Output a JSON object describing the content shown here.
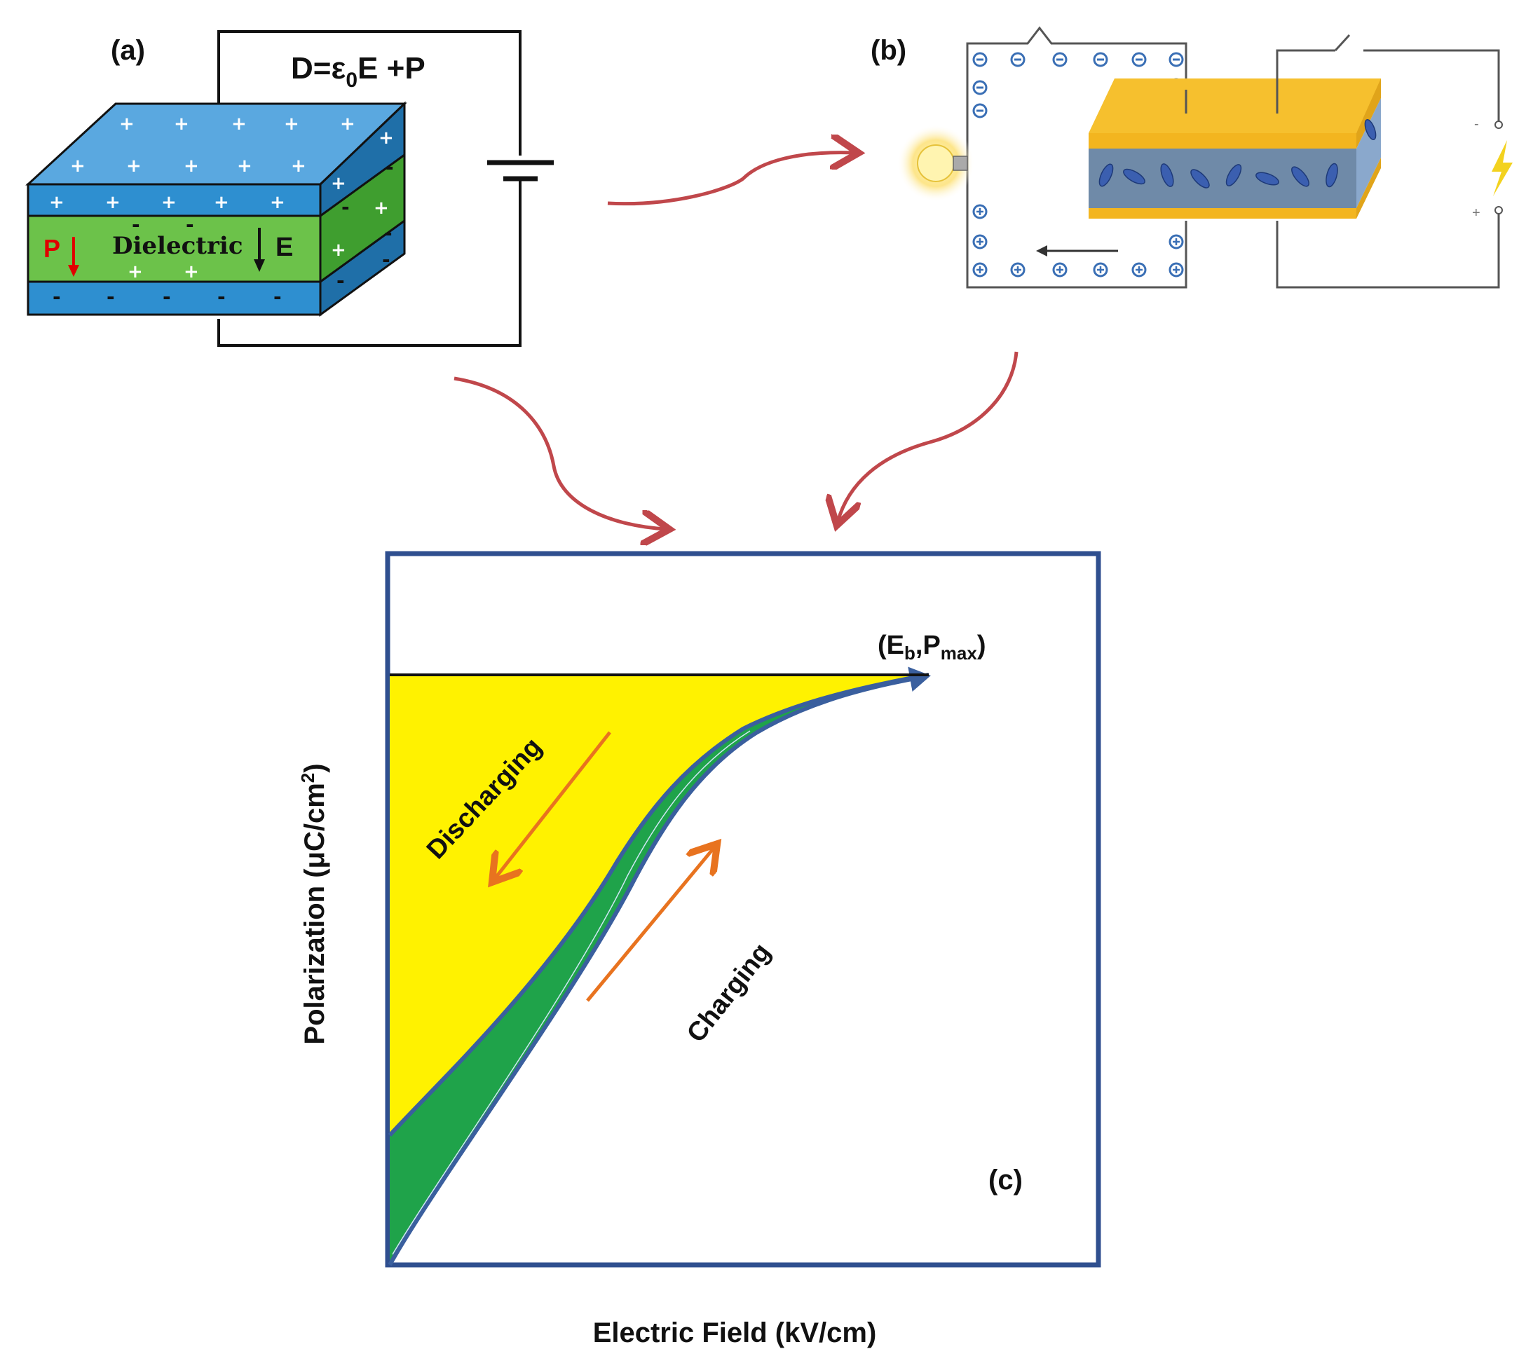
{
  "panel_a": {
    "label": "(a)",
    "equation": {
      "prefix": "D=ε",
      "sub": "0",
      "suffix": "E +P"
    },
    "dielectric_label": "Dielectric",
    "p_label": "P",
    "e_label": "E",
    "plus": "+",
    "minus": "-"
  },
  "panel_b": {
    "label": "(b)",
    "terminal_minus": "-",
    "terminal_plus": "+"
  },
  "panel_c": {
    "label": "(c)",
    "point_label": {
      "open": "(E",
      "sub1": "b",
      "mid": ",P",
      "sub2": "max",
      "close": ")"
    },
    "discharging_label": "Discharging",
    "charging_label": "Charging",
    "xlabel": "Electric Field (kV/cm)",
    "ylabel": {
      "main": "Polarization (μC/cm",
      "sup": "2",
      "close": ")"
    }
  },
  "colors": {
    "plate_blue": "#2e8fd0",
    "dielectric_green": "#6cc24a",
    "gold": "#f3b51f",
    "discharge_yellow": "#fff200",
    "loss_green": "#1fa34a",
    "curve_blue": "#3a5f9e",
    "arrow_red": "#c0474b",
    "arrow_orange": "#e8731f",
    "frame_blue": "#2f4f8f"
  }
}
